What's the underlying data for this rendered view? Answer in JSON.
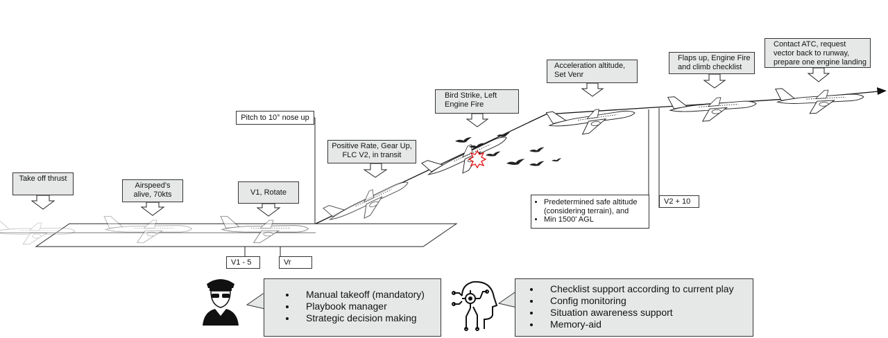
{
  "phases": [
    {
      "id": "takeoff-thrust",
      "text": "Take off thrust"
    },
    {
      "id": "airspeed-alive",
      "text": "Airspeed's alive, 70kts"
    },
    {
      "id": "v1-rotate",
      "text": "V1, Rotate"
    },
    {
      "id": "pitch",
      "text": "Pitch to 10° nose up"
    },
    {
      "id": "positive-rate",
      "text": "Positive Rate, Gear Up, FLC V2, in transit"
    },
    {
      "id": "bird-strike",
      "text": "Bird Strike, Left Engine Fire"
    },
    {
      "id": "accel-alt",
      "text": "Acceleration altitude, Set Venr"
    },
    {
      "id": "flaps-up",
      "text": "Flaps up, Engine Fire and climb checklist"
    },
    {
      "id": "contact-atc",
      "text": "Contact ATC, request vector back to runway, prepare one engine landing"
    }
  ],
  "speed_markers": {
    "v1_minus_5": "V1 - 5",
    "vr": "Vr",
    "v2_plus_10": "V2 + 10"
  },
  "safe_altitude": {
    "items": [
      "Predetermined safe altitude (considering terrain), and",
      "Min 1500' AGL"
    ]
  },
  "pilot": {
    "icon": "pilot-icon",
    "items": [
      "Manual takeoff (mandatory)",
      "Playbook manager",
      "Strategic decision making"
    ]
  },
  "assistant": {
    "icon": "ai-head-icon",
    "items": [
      "Checklist support according to current play",
      "Config monitoring",
      "Situation awareness support",
      "Memory-aid"
    ]
  },
  "colors": {
    "box_fill": "#e6e8e8",
    "line": "#111111",
    "fire": "#e01010"
  }
}
